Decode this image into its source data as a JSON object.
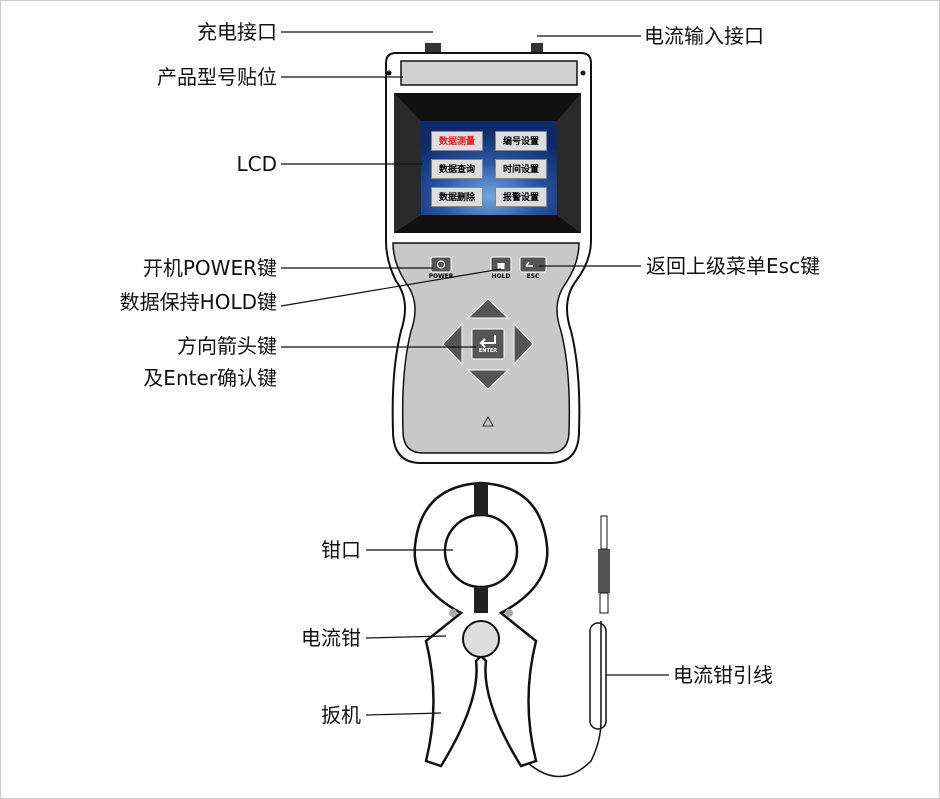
{
  "labels": {
    "charge_port": "充电接口",
    "current_input_port": "电流输入接口",
    "model_sticker": "产品型号贴位",
    "lcd": "LCD",
    "power_key": "开机POWER键",
    "hold_key": "数据保持HOLD键",
    "arrow_keys": "方向箭头键",
    "enter_key": "及Enter确认键",
    "esc_key": "返回上级菜单Esc键",
    "jaw": "钳口",
    "clamp": "电流钳",
    "trigger": "扳机",
    "clamp_lead": "电流钳引线"
  },
  "lcd_menu": [
    "数据测量",
    "编号设置",
    "数据查询",
    "时间设置",
    "数据删除",
    "报警设置"
  ],
  "buttons": {
    "power": "POWER",
    "hold": "HOLD",
    "esc": "ESC",
    "enter": "ENTER"
  },
  "colors": {
    "selected_menu": "#e02020",
    "lcd_bg": "#1a3f8a",
    "panel": "#c8c8c8",
    "button": "#555555"
  }
}
